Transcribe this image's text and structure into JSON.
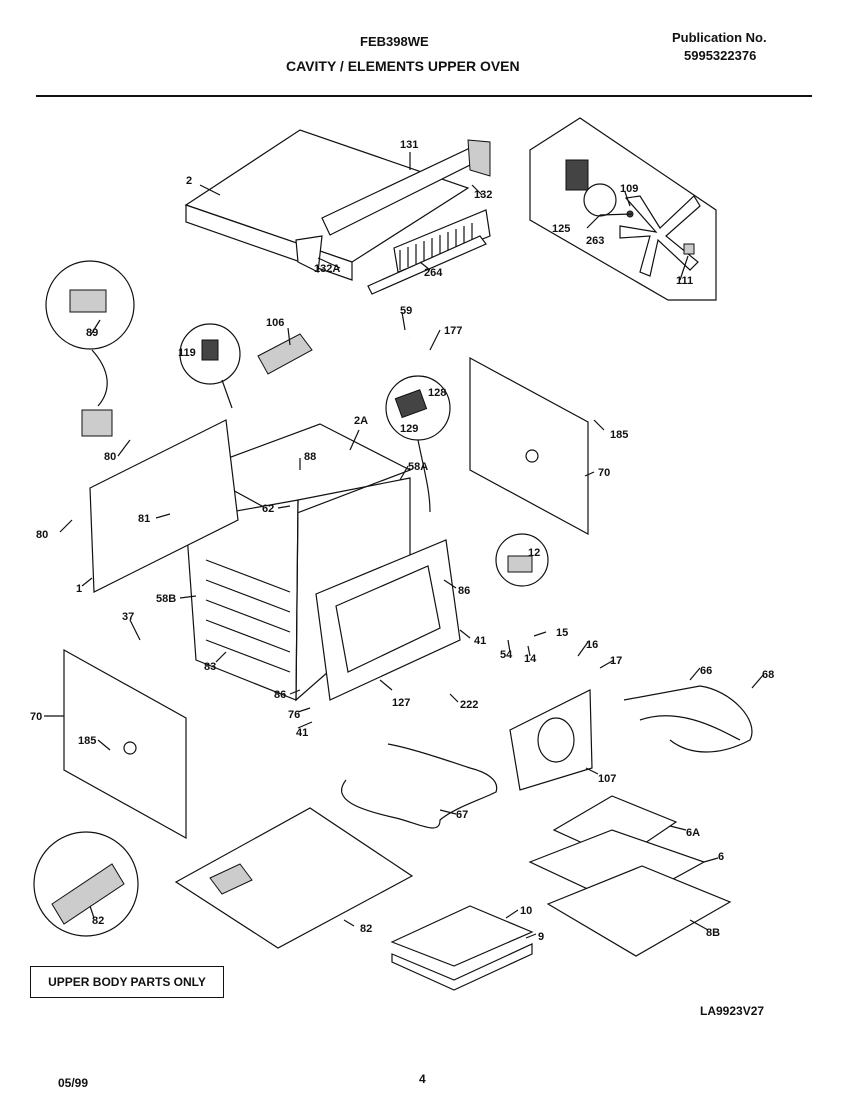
{
  "header": {
    "model": "FEB398WE",
    "title": "CAVITY / ELEMENTS UPPER OVEN",
    "publication_label": "Publication No.",
    "publication_number": "5995322376"
  },
  "callouts": {
    "c2": "2",
    "c131": "131",
    "c132": "132",
    "c132A": "132A",
    "c264": "264",
    "c109": "109",
    "c125": "125",
    "c263": "263",
    "c111": "111",
    "c89": "89",
    "c106": "106",
    "c119": "119",
    "c59": "59",
    "c177": "177",
    "c128": "128",
    "c129": "129",
    "c185a": "185",
    "c70a": "70",
    "c80a": "80",
    "c80b": "80",
    "c88": "88",
    "c2A": "2A",
    "c58A": "58A",
    "c62": "62",
    "c81": "81",
    "c1": "1",
    "c12": "12",
    "c86a": "86",
    "c58B": "58B",
    "c37": "37",
    "c83": "83",
    "c41a": "41",
    "c15": "15",
    "c16": "16",
    "c17": "17",
    "c54": "54",
    "c14": "14",
    "c66": "66",
    "c68": "68",
    "c70b": "70",
    "c185b": "185",
    "c86b": "86",
    "c127": "127",
    "c222": "222",
    "c76": "76",
    "c41b": "41",
    "c107": "107",
    "c67": "67",
    "c6A": "6A",
    "c6": "6",
    "c8B": "8B",
    "c82a": "82",
    "c82b": "82",
    "c10": "10",
    "c9": "9"
  },
  "note": "UPPER BODY PARTS ONLY",
  "ref_code": "LA9923V27",
  "footer": {
    "date": "05/99",
    "page": "4"
  }
}
